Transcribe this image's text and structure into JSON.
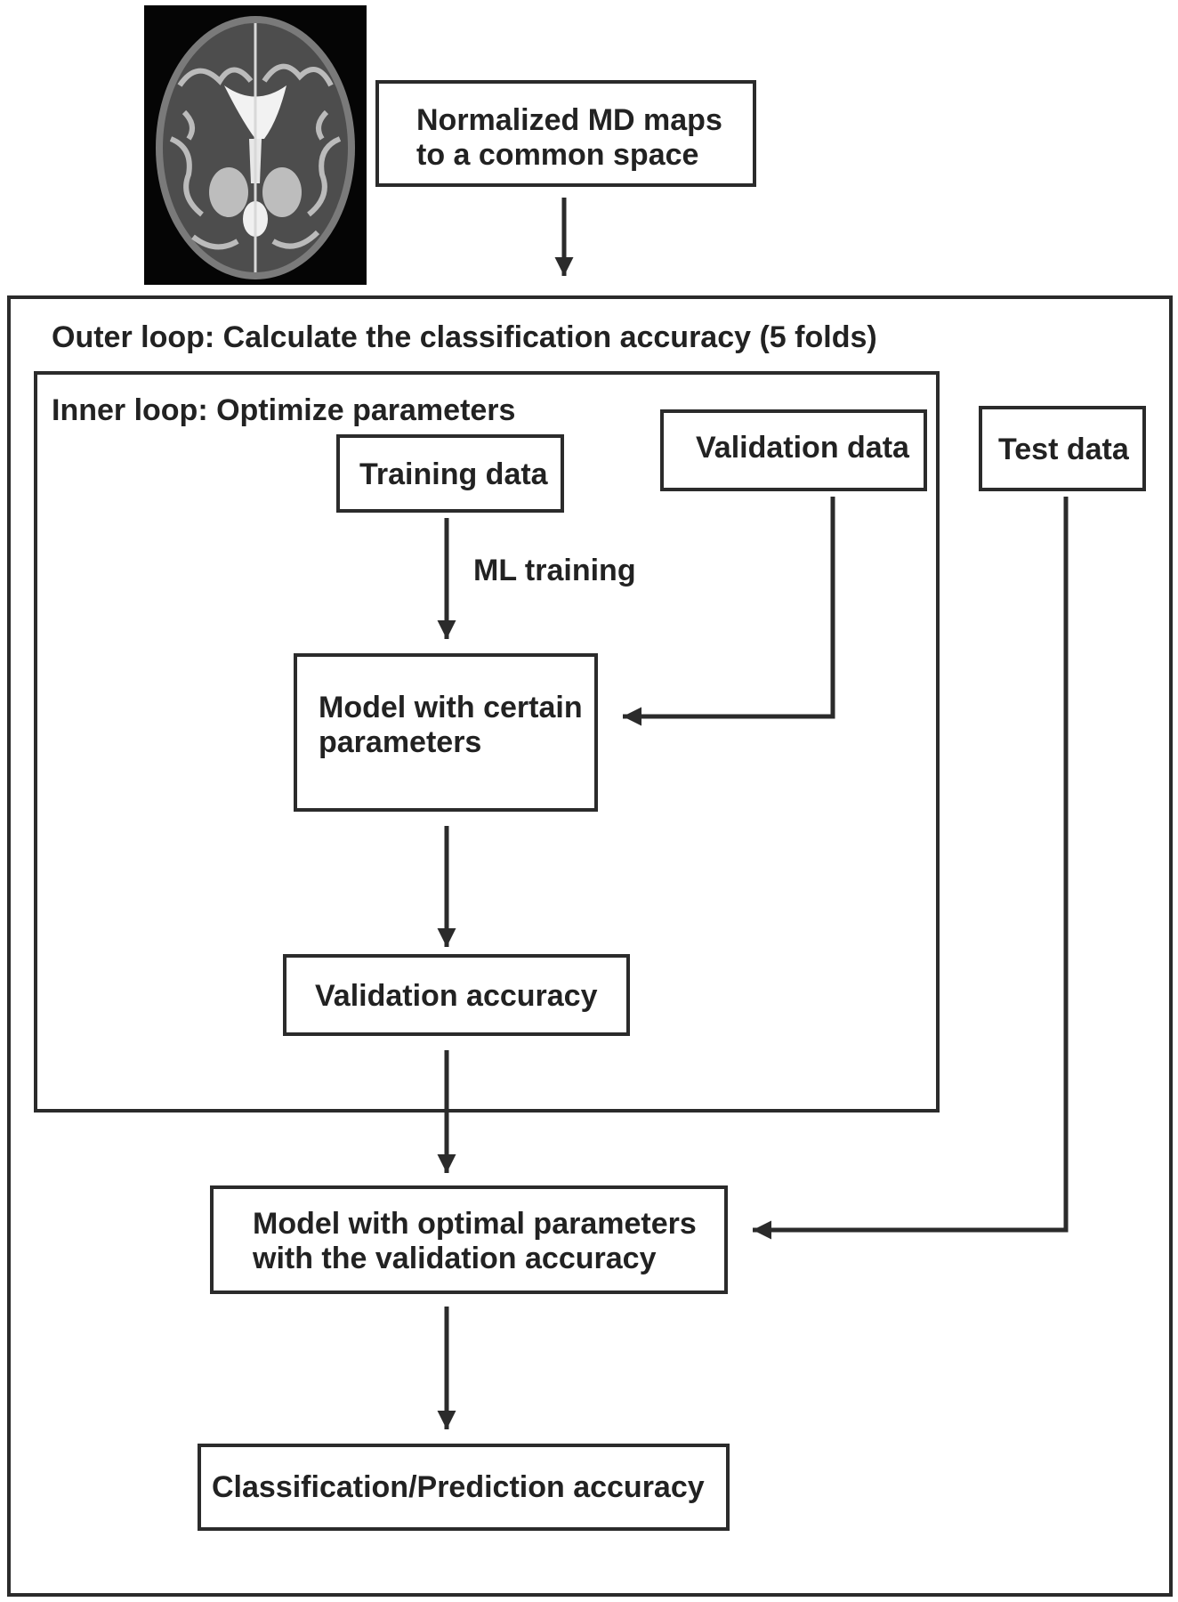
{
  "diagram": {
    "normalize_box": {
      "line1": "Normalized MD maps",
      "line2": "to a common space"
    },
    "outer_loop": {
      "label": "Outer loop: Calculate the classification accuracy (5 folds)"
    },
    "inner_loop": {
      "label": "Inner loop: Optimize parameters"
    },
    "training_data": "Training data",
    "validation_data": "Validation data",
    "test_data": "Test data",
    "ml_training": "ML training",
    "model_certain": {
      "line1": "Model with certain",
      "line2": "parameters"
    },
    "validation_accuracy": "Validation accuracy",
    "model_optimal": {
      "line1": "Model with optimal parameters",
      "line2": "with the validation accuracy"
    },
    "final_accuracy": "Classification/Prediction accuracy"
  },
  "colors": {
    "stroke": "#2b2b2b",
    "text": "#222222",
    "background": "#ffffff",
    "brain_bg": "#050505"
  }
}
